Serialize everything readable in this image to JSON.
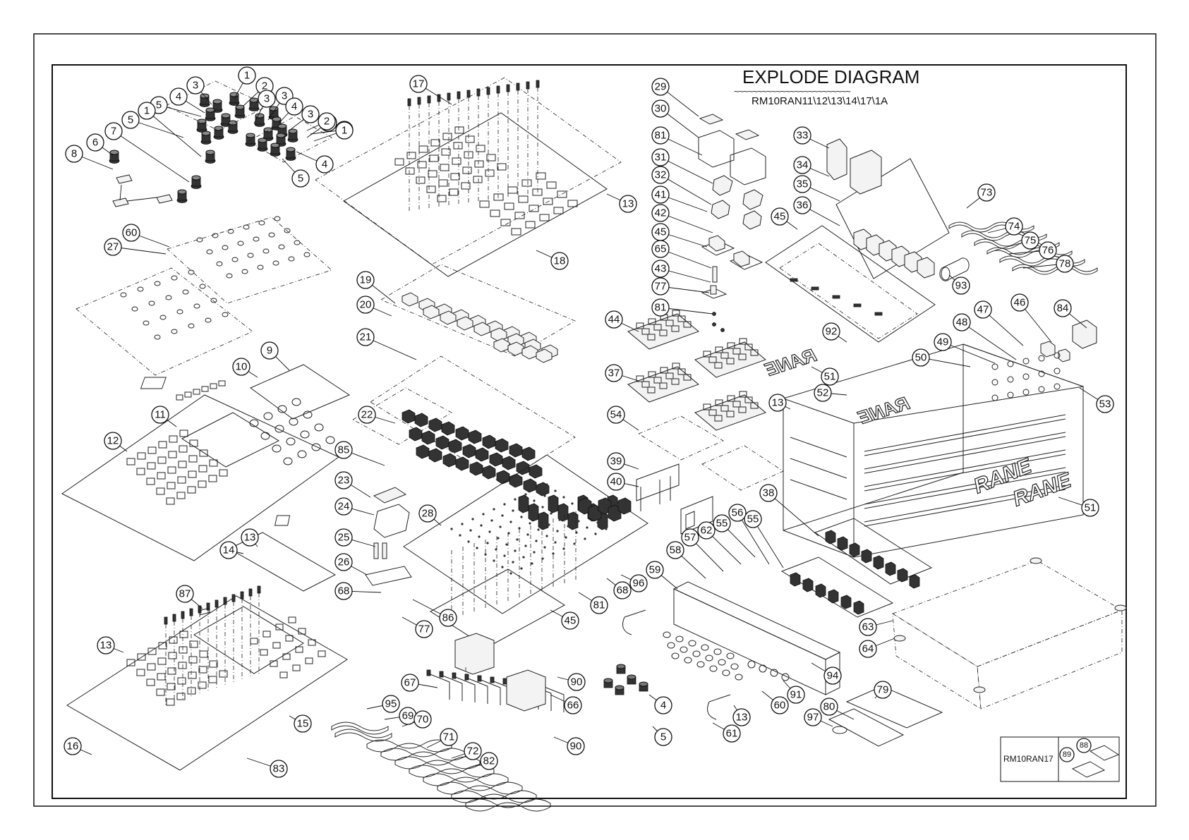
{
  "title": "EXPLODE DIAGRAM",
  "title_underline": "~~~~~~~~~~~~~~~~~~~~~~~~~",
  "subtitle": "RM10RAN11\\12\\13\\14\\17\\1A",
  "ref_box": {
    "model": "RM10RAN17",
    "parts": [
      "88",
      "89"
    ]
  },
  "logo_text": "RANE",
  "callouts": [
    {
      "n": "1"
    },
    {
      "n": "2"
    },
    {
      "n": "3"
    },
    {
      "n": "3"
    },
    {
      "n": "4"
    },
    {
      "n": "5"
    },
    {
      "n": "1"
    },
    {
      "n": "2"
    },
    {
      "n": "3"
    },
    {
      "n": "4"
    },
    {
      "n": "3"
    },
    {
      "n": "2"
    },
    {
      "n": "1"
    },
    {
      "n": "4"
    },
    {
      "n": "5"
    },
    {
      "n": "5"
    },
    {
      "n": "1"
    },
    {
      "n": "7"
    },
    {
      "n": "6"
    },
    {
      "n": "8"
    },
    {
      "n": "60"
    },
    {
      "n": "27"
    },
    {
      "n": "9"
    },
    {
      "n": "10"
    },
    {
      "n": "11"
    },
    {
      "n": "12"
    },
    {
      "n": "13"
    },
    {
      "n": "14"
    },
    {
      "n": "87"
    },
    {
      "n": "13"
    },
    {
      "n": "15"
    },
    {
      "n": "16"
    },
    {
      "n": "83"
    },
    {
      "n": "17"
    },
    {
      "n": "13"
    },
    {
      "n": "18"
    },
    {
      "n": "19"
    },
    {
      "n": "20"
    },
    {
      "n": "21"
    },
    {
      "n": "22"
    },
    {
      "n": "85"
    },
    {
      "n": "23"
    },
    {
      "n": "24"
    },
    {
      "n": "25"
    },
    {
      "n": "26"
    },
    {
      "n": "68"
    },
    {
      "n": "77"
    },
    {
      "n": "86"
    },
    {
      "n": "28"
    },
    {
      "n": "81"
    },
    {
      "n": "45"
    },
    {
      "n": "68"
    },
    {
      "n": "96"
    },
    {
      "n": "67"
    },
    {
      "n": "95"
    },
    {
      "n": "69"
    },
    {
      "n": "70"
    },
    {
      "n": "71"
    },
    {
      "n": "72"
    },
    {
      "n": "82"
    },
    {
      "n": "90"
    },
    {
      "n": "66"
    },
    {
      "n": "90"
    },
    {
      "n": "4"
    },
    {
      "n": "5"
    },
    {
      "n": "29"
    },
    {
      "n": "30"
    },
    {
      "n": "81"
    },
    {
      "n": "31"
    },
    {
      "n": "32"
    },
    {
      "n": "41"
    },
    {
      "n": "42"
    },
    {
      "n": "45"
    },
    {
      "n": "65"
    },
    {
      "n": "43"
    },
    {
      "n": "77"
    },
    {
      "n": "81"
    },
    {
      "n": "33"
    },
    {
      "n": "34"
    },
    {
      "n": "35"
    },
    {
      "n": "36"
    },
    {
      "n": "45"
    },
    {
      "n": "73"
    },
    {
      "n": "74"
    },
    {
      "n": "75"
    },
    {
      "n": "76"
    },
    {
      "n": "78"
    },
    {
      "n": "93"
    },
    {
      "n": "84"
    },
    {
      "n": "46"
    },
    {
      "n": "47"
    },
    {
      "n": "48"
    },
    {
      "n": "49"
    },
    {
      "n": "50"
    },
    {
      "n": "92"
    },
    {
      "n": "51"
    },
    {
      "n": "52"
    },
    {
      "n": "53"
    },
    {
      "n": "13"
    },
    {
      "n": "51"
    },
    {
      "n": "44"
    },
    {
      "n": "37"
    },
    {
      "n": "54"
    },
    {
      "n": "39"
    },
    {
      "n": "40"
    },
    {
      "n": "38"
    },
    {
      "n": "55"
    },
    {
      "n": "56"
    },
    {
      "n": "55"
    },
    {
      "n": "62"
    },
    {
      "n": "57"
    },
    {
      "n": "58"
    },
    {
      "n": "59"
    },
    {
      "n": "63"
    },
    {
      "n": "64"
    },
    {
      "n": "94"
    },
    {
      "n": "91"
    },
    {
      "n": "60"
    },
    {
      "n": "13"
    },
    {
      "n": "61"
    },
    {
      "n": "79"
    },
    {
      "n": "80"
    },
    {
      "n": "97"
    }
  ]
}
